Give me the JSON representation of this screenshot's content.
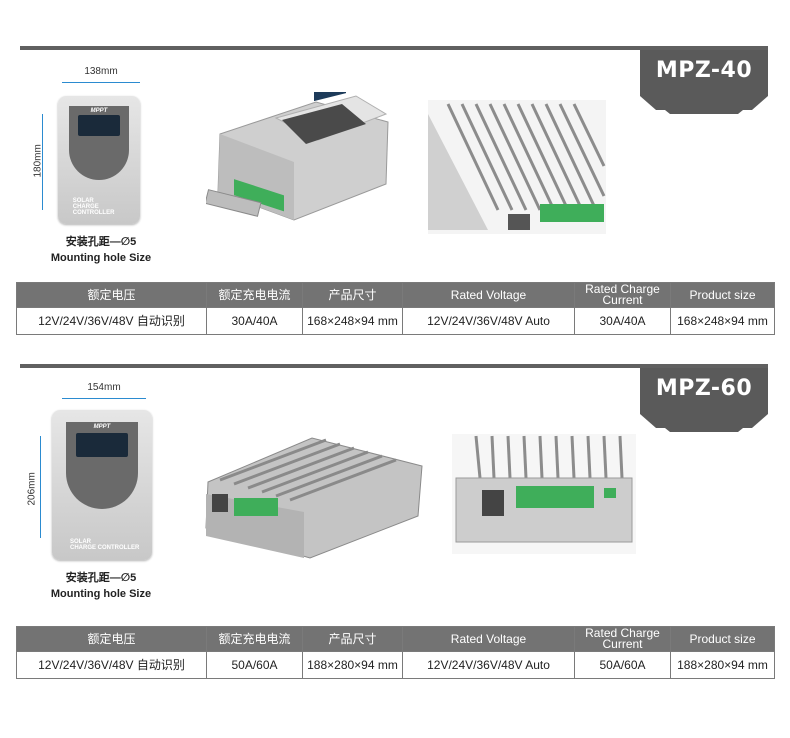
{
  "sections": [
    {
      "model": "MPZ-40",
      "width_label": "138mm",
      "height_label": "180mm",
      "device_brand": "MPPT",
      "device_logo": "SOLAR",
      "device_sub": "CHARGE CONTROLLER",
      "caption_cn": "安装孔距—∅5",
      "caption_en": "Mounting hole Size",
      "headers": [
        "额定电压",
        "额定充电电流",
        "产品尺寸",
        "Rated Voltage",
        "Rated Charge Current",
        "Product size"
      ],
      "values": [
        "12V/24V/36V/48V 自动识别",
        "30A/40A",
        "168×248×94 mm",
        "12V/24V/36V/48V Auto",
        "30A/40A",
        "168×248×94 mm"
      ]
    },
    {
      "model": "MPZ-60",
      "width_label": "154mm",
      "height_label": "206mm",
      "device_brand": "MPPT",
      "device_logo": "SOLAR",
      "device_sub": "CHARGE CONTROLLER",
      "caption_cn": "安装孔距—∅5",
      "caption_en": "Mounting hole Size",
      "headers": [
        "额定电压",
        "额定充电电流",
        "产品尺寸",
        "Rated Voltage",
        "Rated Charge Current",
        "Product size"
      ],
      "values": [
        "12V/24V/36V/48V 自动识别",
        "50A/60A",
        "188×280×94 mm",
        "12V/24V/36V/48V Auto",
        "50A/60A",
        "188×280×94 mm"
      ]
    }
  ],
  "colors": {
    "bar": "#606060",
    "header": "#737373",
    "arrow": "#2b8bd0"
  }
}
